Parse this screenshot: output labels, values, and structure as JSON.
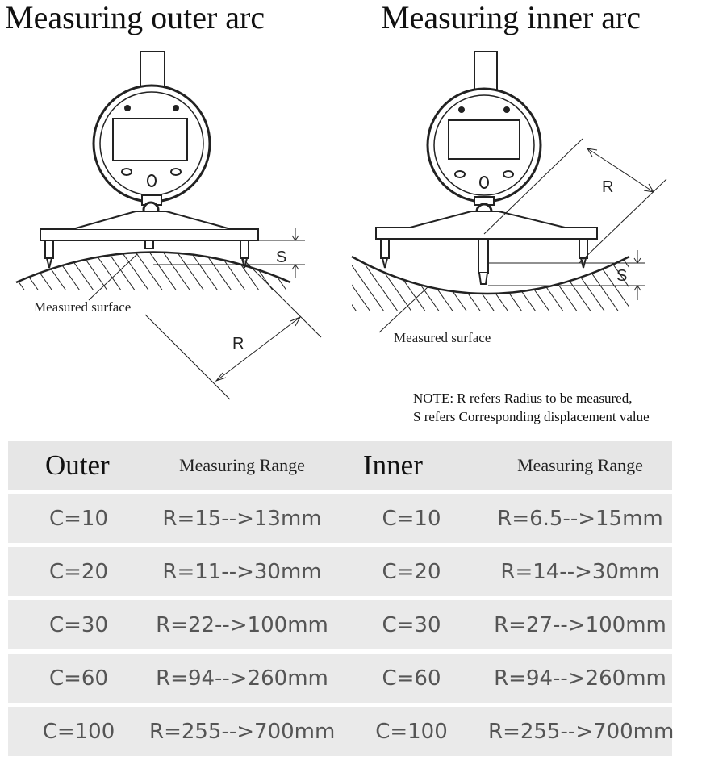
{
  "titles": {
    "outer": "Measuring outer arc",
    "inner": "Measuring inner arc"
  },
  "labels": {
    "outer_R": "R",
    "outer_S": "S",
    "outer_surface": "Measured surface",
    "inner_R": "R",
    "inner_S": "S",
    "inner_surface": "Measured surface"
  },
  "note": {
    "line1": "NOTE: R refers Radius to be measured,",
    "line2": "S refers Corresponding displacement value"
  },
  "table": {
    "headers": [
      "Outer",
      "Measuring Range",
      "Inner",
      "Measuring Range"
    ],
    "rows": [
      [
        "C=10",
        "R=15-->13mm",
        "C=10",
        "R=6.5-->15mm"
      ],
      [
        "C=20",
        "R=11-->30mm",
        "C=20",
        "R=14-->30mm"
      ],
      [
        "C=30",
        "R=22-->100mm",
        "C=30",
        "R=27-->100mm"
      ],
      [
        "C=60",
        "R=94-->260mm",
        "C=60",
        "R=94-->260mm"
      ],
      [
        "C=100",
        "R=255-->700mm",
        "C=100",
        "R=255-->700mm"
      ]
    ]
  }
}
